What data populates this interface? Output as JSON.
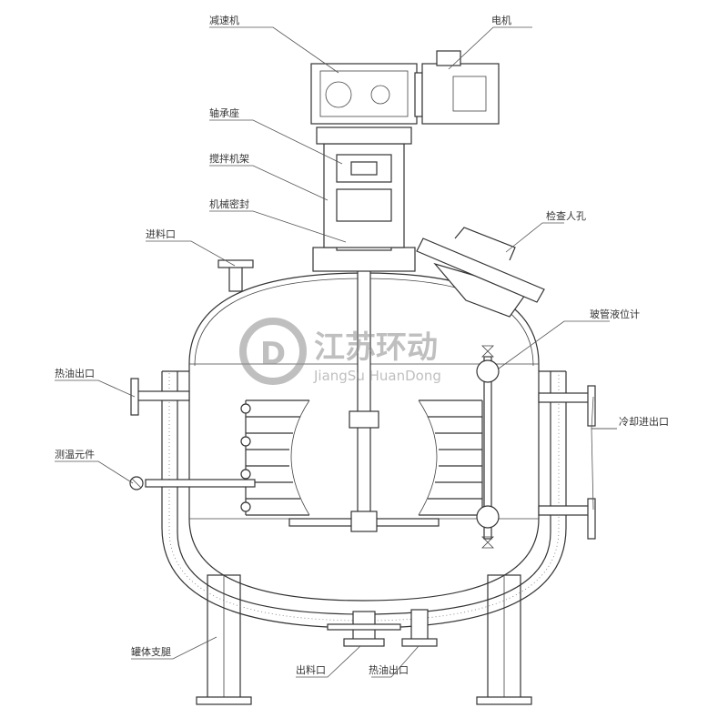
{
  "labels": {
    "reducer": "减速机",
    "motor": "电机",
    "bearing_seat": "轴承座",
    "agitator_frame": "搅拌机架",
    "mechanical_seal": "机械密封",
    "inspection_manhole": "检查人孔",
    "feed_inlet": "进料口",
    "glass_level_gauge": "玻管液位计",
    "hot_oil_outlet_left": "热油出口",
    "cooling_inlet_outlet": "冷却进出口",
    "temp_sensor": "测温元件",
    "tank_legs": "罐体支腿",
    "discharge_outlet": "出料口",
    "hot_oil_outlet_bottom": "热油出口"
  },
  "watermark": {
    "logo_letter": "D",
    "company_cn": "江苏环动",
    "company_en": "JiangSu HuanDong"
  },
  "colors": {
    "line": "#333333",
    "watermark": "#8b8b8b"
  }
}
